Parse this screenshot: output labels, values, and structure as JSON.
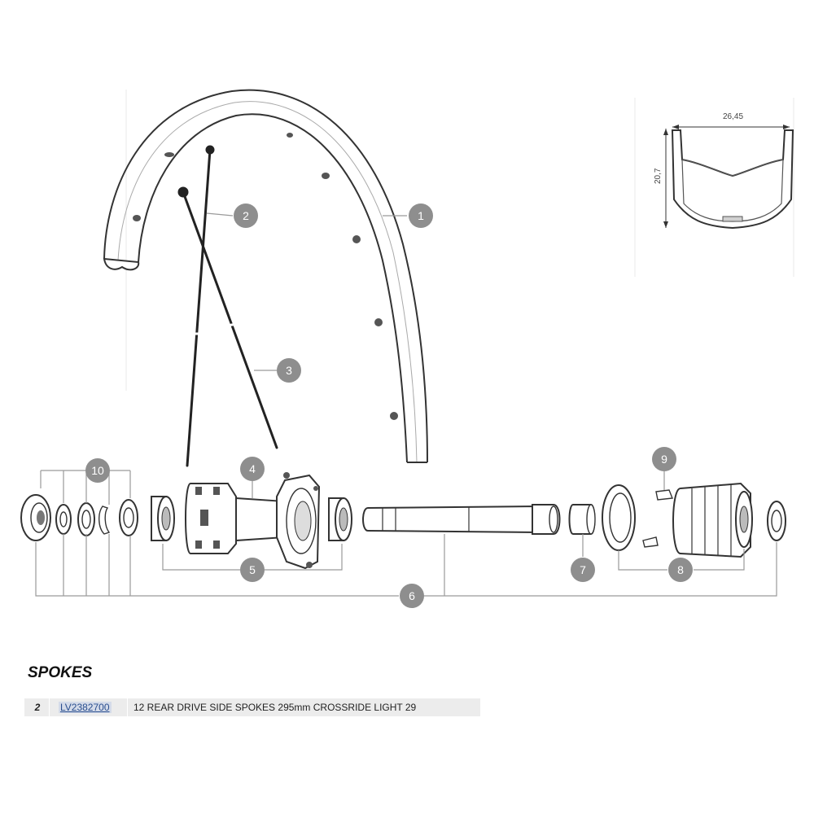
{
  "diagram": {
    "callouts": [
      "1",
      "2",
      "3",
      "4",
      "5",
      "6",
      "7",
      "8",
      "9",
      "10"
    ],
    "profile_dimensions": {
      "width": "26,45",
      "height": "20,7"
    },
    "accent_color": "#8e8e8e"
  },
  "parts_section": {
    "title": "SPOKES",
    "rows": [
      {
        "index": "2",
        "reference": "LV2382700",
        "description": "12 REAR DRIVE SIDE SPOKES 295mm CROSSRIDE LIGHT 29"
      }
    ]
  }
}
